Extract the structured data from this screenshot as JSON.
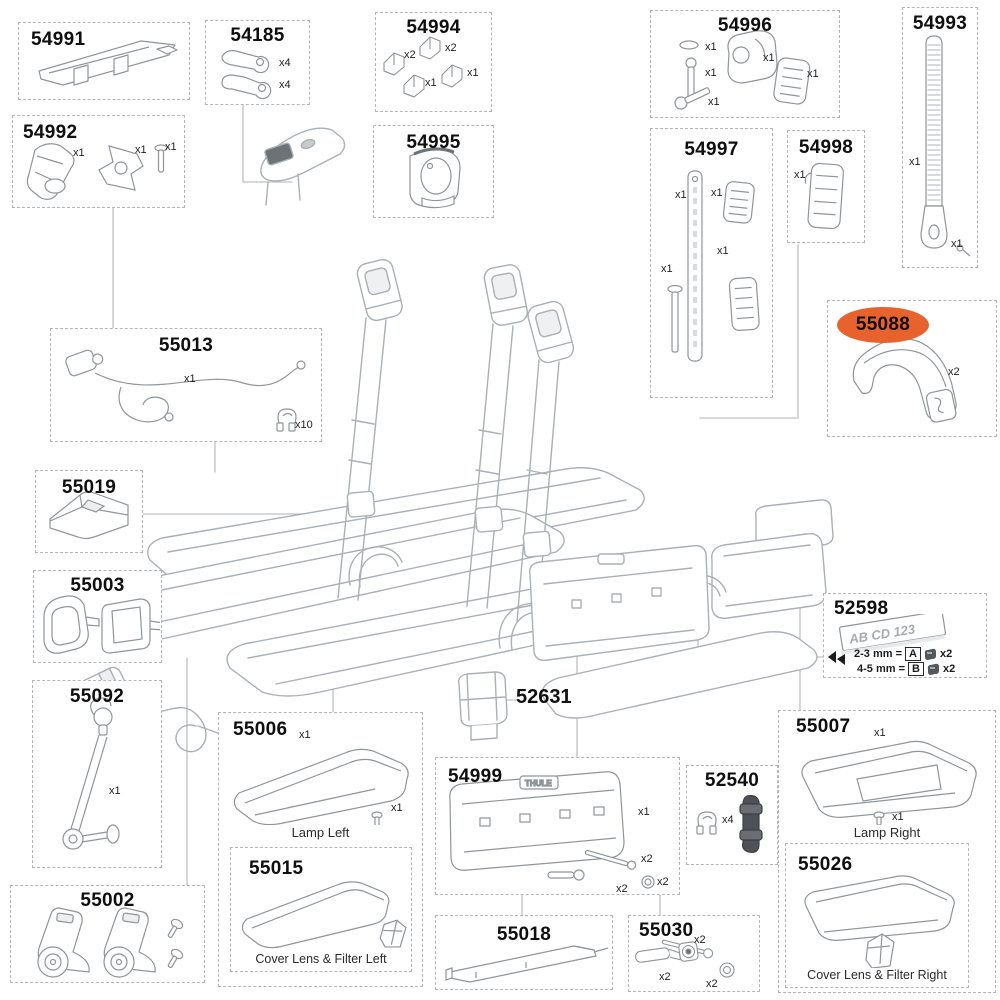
{
  "colors": {
    "highlight": "#e8622d",
    "box_border": "#b3b7bb",
    "sketch_line": "#8f959a",
    "rack_line": "#aab0b6",
    "connector_line": "#bdc0c3"
  },
  "parts": {
    "p54991": {
      "number": "54991"
    },
    "p54185": {
      "number": "54185",
      "qtys": [
        "x4",
        "x4"
      ]
    },
    "p54994": {
      "number": "54994",
      "qtys": [
        "x2",
        "x2",
        "x1",
        "x1"
      ]
    },
    "p54995": {
      "number": "54995"
    },
    "p54996": {
      "number": "54996",
      "qtys": [
        "x1",
        "x1",
        "x1",
        "x1",
        "x1"
      ]
    },
    "p54997": {
      "number": "54997",
      "qtys": [
        "x1",
        "x1",
        "x1",
        "x1"
      ]
    },
    "p54998": {
      "number": "54998",
      "qtys": [
        "x1"
      ]
    },
    "p54993": {
      "number": "54993",
      "qtys": [
        "x1",
        "x1"
      ]
    },
    "p54992": {
      "number": "54992",
      "qtys": [
        "x1",
        "x1",
        "x1"
      ]
    },
    "p55088": {
      "number": "55088",
      "qty": "x2",
      "highlighted": true
    },
    "p55013": {
      "number": "55013",
      "qtys": [
        "x1",
        "x10"
      ]
    },
    "p55019": {
      "number": "55019"
    },
    "p55003": {
      "number": "55003"
    },
    "p55092": {
      "number": "55092",
      "qty": "x1"
    },
    "p55002": {
      "number": "55002"
    },
    "p52598": {
      "number": "52598",
      "plate_text": "AB CD 123",
      "rows": [
        {
          "label": "2-3 mm =",
          "letter": "A",
          "qty": "x2"
        },
        {
          "label": "4-5 mm =",
          "letter": "B",
          "qty": "x2"
        }
      ]
    },
    "p55006": {
      "number": "55006",
      "qtys": [
        "x1",
        "x1"
      ],
      "caption": "Lamp Left"
    },
    "p55015": {
      "number": "55015",
      "caption": "Cover Lens & Filter Left"
    },
    "p52631": {
      "number": "52631"
    },
    "p54999": {
      "number": "54999",
      "logo": "THULE",
      "qtys": [
        "x1",
        "x2",
        "x2",
        "x2"
      ]
    },
    "p52540": {
      "number": "52540",
      "qty": "x4"
    },
    "p55018": {
      "number": "55018"
    },
    "p55030": {
      "number": "55030",
      "qtys": [
        "x2",
        "x2",
        "x2"
      ]
    },
    "p55007": {
      "number": "55007",
      "qtys": [
        "x1",
        "x1"
      ],
      "caption": "Lamp Right"
    },
    "p55026": {
      "number": "55026",
      "caption": "Cover Lens & Filter Right"
    }
  }
}
